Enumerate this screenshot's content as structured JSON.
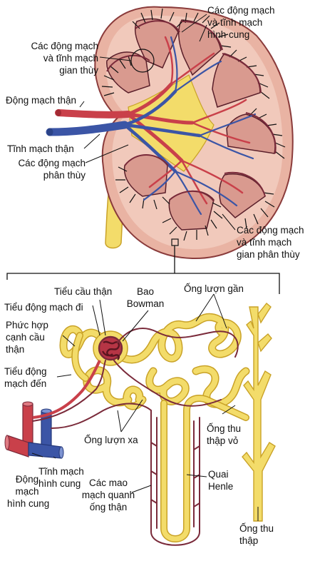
{
  "top_labels": {
    "arcuate": "Các động mạch\nvà tĩnh mạch\nhình cung",
    "interlobar": "Các động mạch\nvà tĩnh mạch\ngian thùy",
    "renal_artery": "Động mạch thận",
    "renal_vein": "Tĩnh mạch thận",
    "segmental": "Các động mạch\nphân thùy",
    "interlobular": "Các động mạch\nvà tĩnh mạch\ngian phân thùy"
  },
  "nephron_labels": {
    "glomerulus": "Tiểu cầu thận",
    "bowman": "Bao\nBowman",
    "proximal": "Ống lượn gần",
    "efferent": "Tiểu động mạch đi",
    "jga": "Phức hợp\ncạnh cầu\nthận",
    "afferent": "Tiểu động\nmạch đến",
    "distal": "Ống lượn xa",
    "cortical_duct": "Ống thu\nthập vỏ",
    "arcuate_artery": "Động\nmạch\nhình cung",
    "arcuate_vein": "Tĩnh mạch\nhình cung",
    "capillaries": "Các mao\nmạch quanh\nống thận",
    "henle": "Quai\nHenle",
    "collecting_duct": "Ống thu\nthập"
  },
  "colors": {
    "artery": "#c9404a",
    "vein": "#3b55a6",
    "tubule": "#f3dc6a",
    "tubule_edge": "#c9a227",
    "pyramid": "#d99a8f",
    "capsule": "#e8b0a0",
    "vessel_dark": "#7a2a3a"
  }
}
